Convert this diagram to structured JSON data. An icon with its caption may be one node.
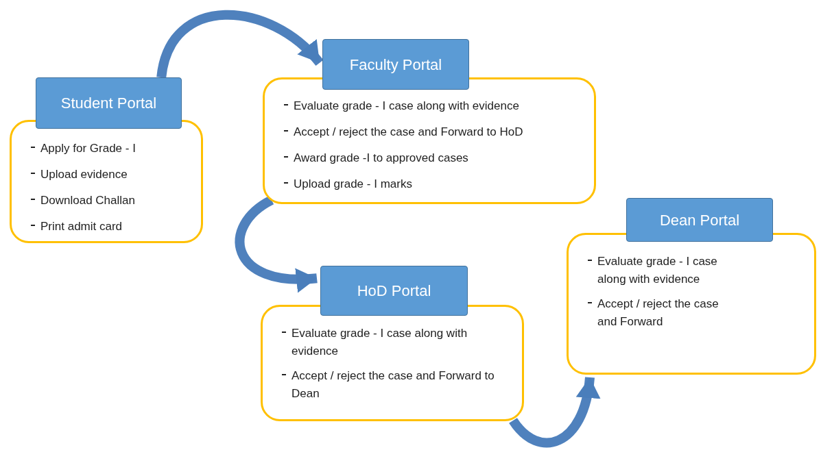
{
  "diagram": {
    "nodes": [
      {
        "text": [
          "Student Portal"
        ]
      },
      {
        "text": [
          "Apply for Grade - I",
          "Upload evidence",
          "Download Challan",
          "Print admit card"
        ]
      },
      {
        "text": [
          "Faculty Portal"
        ]
      },
      {
        "text": [
          "Evaluate grade - I case along with evidence",
          "Accept / reject the case and Forward to HoD",
          "Award grade -I to approved cases",
          "Upload grade - I marks"
        ]
      },
      {
        "text": [
          "HoD Portal"
        ]
      },
      {
        "text": [
          "Evaluate grade - I case along with evidence",
          "Accept / reject the case and Forward to Dean"
        ]
      },
      {
        "text": [
          "Dean Portal"
        ]
      },
      {
        "text": [
          "Evaluate grade - I case along with evidence",
          "Accept / reject the case and Forward"
        ]
      }
    ],
    "edges": [
      {
        "from": 0,
        "to": 2,
        "arrow": "to"
      },
      {
        "from": 3,
        "to": 4,
        "arrow": "to"
      },
      {
        "from": 5,
        "to": 7,
        "arrow": "to"
      }
    ]
  }
}
